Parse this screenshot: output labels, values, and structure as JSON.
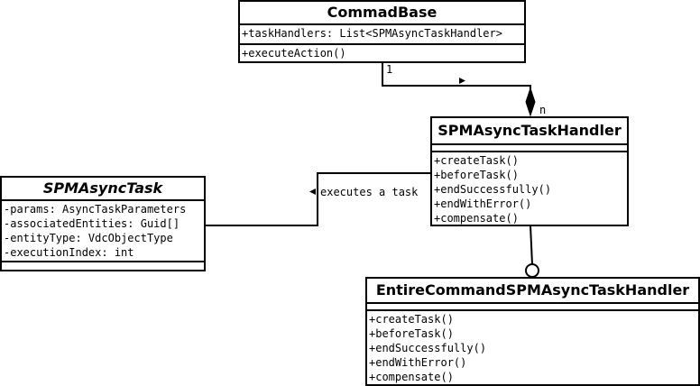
{
  "classes": {
    "commandBase": {
      "name": "CommadBase",
      "attributes": [
        "+taskHandlers: List<SPMAsyncTaskHandler>"
      ],
      "operations": [
        "+executeAction()"
      ]
    },
    "spmHandler": {
      "name": "SPMAsyncTaskHandler",
      "attributes": [],
      "operations": [
        "+createTask()",
        "+beforeTask()",
        "+endSuccessfully()",
        "+endWithError()",
        "+compensate()"
      ]
    },
    "spmTask": {
      "name": "SPMAsyncTask",
      "attributes": [
        "-params: AsyncTaskParameters",
        "-associatedEntities: Guid[]",
        "-entityType: VdcObjectType",
        "-executionIndex: int"
      ],
      "operations": []
    },
    "entireHandler": {
      "name": "EntireCommandSPMAsyncTaskHandler",
      "attributes": [],
      "operations": [
        "+createTask()",
        "+beforeTask()",
        "+endSuccessfully()",
        "+endWithError()",
        "+compensate()"
      ]
    }
  },
  "relations": {
    "composition": {
      "source_multiplicity": "1",
      "target_multiplicity": "n"
    },
    "executes": {
      "label": "executes a task"
    }
  }
}
